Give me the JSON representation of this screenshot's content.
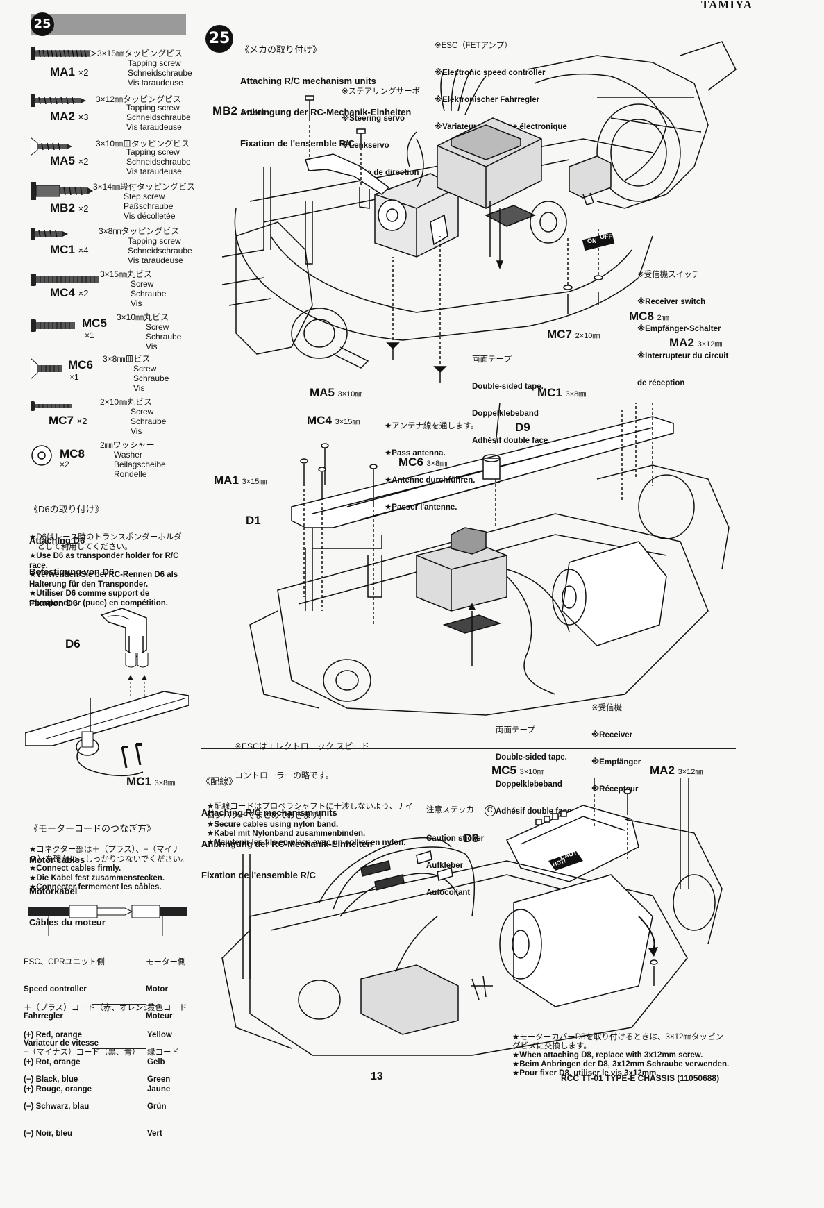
{
  "brand": "TAMIYA",
  "step_number": "25",
  "parts": [
    {
      "code": "MA1",
      "qty": "×2",
      "spec": "3×15㎜タッピングビス",
      "lines": [
        "Tapping screw",
        "Schneidschraube",
        "Vis taraudeuse"
      ]
    },
    {
      "code": "MA2",
      "qty": "×3",
      "spec": "3×12㎜タッピングビス",
      "lines": [
        "Tapping screw",
        "Schneidschraube",
        "Vis taraudeuse"
      ]
    },
    {
      "code": "MA5",
      "qty": "×2",
      "spec": "3×10㎜皿タッピングビス",
      "lines": [
        "Tapping screw",
        "Schneidschraube",
        "Vis taraudeuse"
      ]
    },
    {
      "code": "MB2",
      "qty": "×2",
      "spec": "3×14㎜段付タッピングビス",
      "lines": [
        "Step screw",
        "Paßschraube",
        "Vis décolletée"
      ]
    },
    {
      "code": "MC1",
      "qty": "×4",
      "spec": "3×8㎜タッピングビス",
      "lines": [
        "Tapping screw",
        "Schneidschraube",
        "Vis taraudeuse"
      ]
    },
    {
      "code": "MC4",
      "qty": "×2",
      "spec": "3×15㎜丸ビス",
      "lines": [
        "Screw",
        "Schraube",
        "Vis"
      ]
    },
    {
      "code": "MC5",
      "qty": "×1",
      "spec": "3×10㎜丸ビス",
      "lines": [
        "Screw",
        "Schraube",
        "Vis"
      ]
    },
    {
      "code": "MC6",
      "qty": "×1",
      "spec": "3×8㎜皿ビス",
      "lines": [
        "Screw",
        "Schraube",
        "Vis"
      ]
    },
    {
      "code": "MC7",
      "qty": "×2",
      "spec": "2×10㎜丸ビス",
      "lines": [
        "Screw",
        "Schraube",
        "Vis"
      ]
    },
    {
      "code": "MC8",
      "qty": "×2",
      "spec": "2㎜ワッシャー",
      "lines": [
        "Washer",
        "Beilagscheibe",
        "Rondelle"
      ]
    }
  ],
  "d6_section": {
    "title_jp": "《D6の取り付け》",
    "title_lines": [
      "Attaching D6",
      "Befestigung von D6",
      "Fixation D6"
    ],
    "note_jp": "★D6はレース時のトランスポンダーホルダーとして利用してください。",
    "note_lines": [
      "★Use D6 as transponder holder for R/C race.",
      "★Verwenden Sie bei RC-Rennen D6 als Halterung für den Transponder.",
      "★Utiliser D6 comme support de transpondeur (puce) en compétition."
    ],
    "part_label": "D6",
    "screw_label": "MC1",
    "screw_size": "3×8㎜"
  },
  "motor_section": {
    "title_jp": "《モーターコードのつなぎ方》",
    "title_lines": [
      "Motor cables",
      "Motorkabel",
      "Câbles du moteur"
    ],
    "note_jp": "★コネクター部は＋（プラス）、−（マイナス）を確かめ、しっかりつないでください。",
    "note_lines": [
      "★Connect cables firmly.",
      "★Die Kabel fest zusammenstecken.",
      "★Connecter fermement les câbles."
    ],
    "left_label_jp": "ESC、CPRユニット側",
    "left_lines": [
      "Speed controller",
      "Fahrregler",
      "Variateur de vitesse"
    ],
    "right_label_jp": "モーター側",
    "right_lines": [
      "Motor",
      "Moteur"
    ],
    "plus_jp": "＋（プラス）コード（赤、オレンジ）",
    "plus_lines": [
      "(+) Red, orange",
      "(+) Rot, orange",
      "(+) Rouge, orange"
    ],
    "plus_right_jp": "黄色コード",
    "plus_right": [
      "Yellow",
      "Gelb",
      "Jaune"
    ],
    "minus_jp": "−（マイナス）コード（黒、青）",
    "minus_lines": [
      "(−) Black, blue",
      "(−) Schwarz, blau",
      "(−) Noir, bleu"
    ],
    "minus_right_jp": "緑コード",
    "minus_right": [
      "Green",
      "Grün",
      "Vert"
    ]
  },
  "main_section": {
    "title_jp": "《メカの取り付け》",
    "title_lines": [
      "Attaching R/C mechanism units",
      "Anbringung der RC-Mechanik-Einheiten",
      "Fixation de l'ensemble R/C"
    ],
    "esc_label": [
      "※ESC（FETアンプ）",
      "※Electronic speed controller",
      "※Elektronischer Fahrregler",
      "※Variateur de vitesse électronique"
    ],
    "servo_label": [
      "※ステアリングサーボ",
      "※Steering servo",
      "※Lenkservo",
      "※Servo de direction"
    ],
    "switch_label": [
      "※受信機スイッチ",
      "※Receiver switch",
      "※Empfänger-Schalter",
      "※Interrupteur du circuit",
      "de réception"
    ],
    "tape_label": [
      "両面テープ",
      "Double-sided tape.",
      "Doppelklebeband",
      "Adhésif double face."
    ],
    "antenna_label": [
      "★アンテナ線を通します。",
      "★Pass antenna.",
      "★Antenne durchführen.",
      "★Passer l'antenne."
    ],
    "receiver_label": [
      "※受信機",
      "※Receiver",
      "※Empfänger",
      "※Récepteur"
    ],
    "esc_note": [
      "※ESCはエレクトロニック スピード",
      "コントローラーの略です。"
    ],
    "switch_on": "ON",
    "switch_off": "OFF",
    "callouts": {
      "MB2": "3×14㎜",
      "MC8": "2㎜",
      "MC7": "2×10㎜",
      "MA2": "3×12㎜",
      "MC1": "3×8㎜",
      "MA5": "3×10㎜",
      "MC4": "3×15㎜",
      "MC6": "3×8㎜",
      "MA1": "3×15㎜",
      "D9": "",
      "D1": ""
    }
  },
  "wiring_section": {
    "title_jp": "《配線》",
    "title_lines": [
      "Attaching R/C mechanism units",
      "Anbringung der RC-Mechanik-Einheiten",
      "Fixation de l'ensemble R/C"
    ],
    "note_jp": "★配線コードはプロペラシャフトに干渉しないよう、ナイロンバンドでまとめておきます。",
    "note_lines": [
      "★Secure cables using nylon band.",
      "★Kabel mit Nylonband zusammenbinden.",
      "★Maintenir les fils en place avec un collier en nylon."
    ],
    "sticker_label": [
      "注意ステッカー",
      "Caution sticker",
      "Aufkleber",
      "Autocollant"
    ],
    "sticker_mark": "C",
    "caution_text": "CAUTION",
    "hot_text": "HOT!",
    "mc5_label": "MC5",
    "mc5_size": "3×10㎜",
    "ma2_label": "MA2",
    "ma2_size": "3×12㎜",
    "d8_label": "D8",
    "d8_note_jp": "★モーターカバーD8を取り付けるときは、3×12㎜タッピングビスに交換します。",
    "d8_note_lines": [
      "★When attaching D8, replace with 3x12mm screw.",
      "★Beim Anbringen der D8, 3x12mm Schraube verwenden.",
      "★Pour fixer D8, utiliser le vis 3x12mm."
    ]
  },
  "footer": {
    "page_number": "13",
    "model": "RCC TT-01 TYPE-E CHASSIS (11050688)"
  }
}
